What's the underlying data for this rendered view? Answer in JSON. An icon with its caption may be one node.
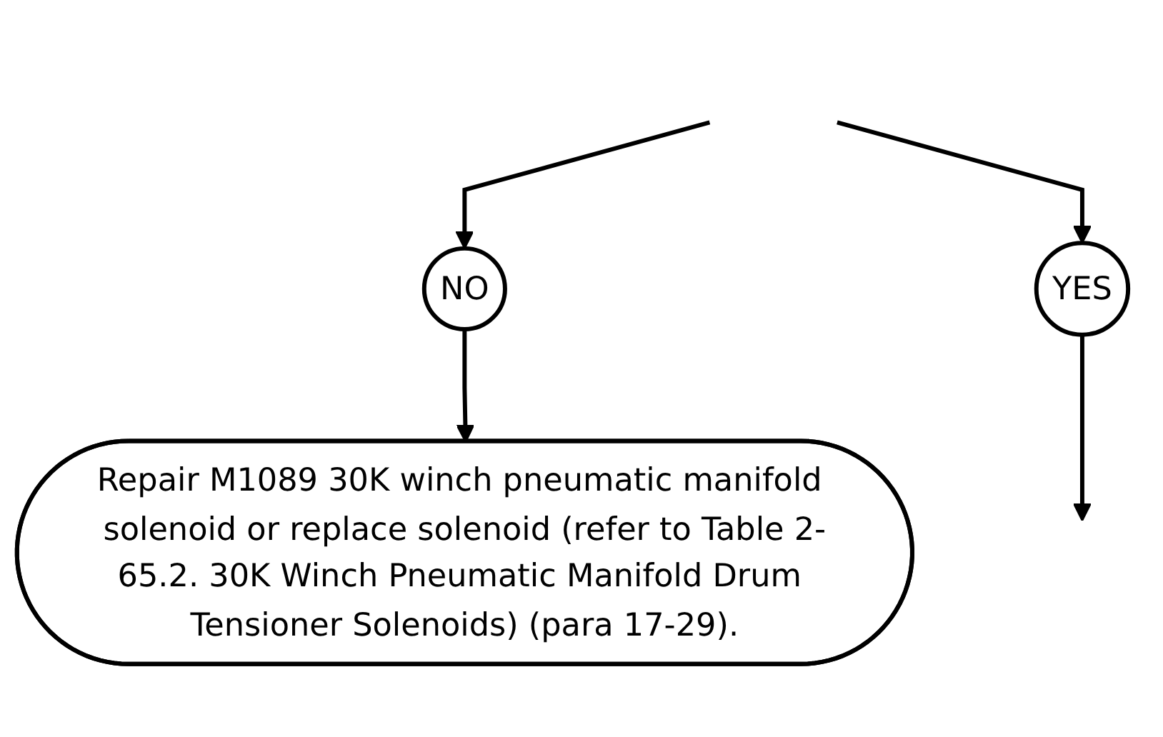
{
  "diagram": {
    "nodes": [
      {
        "text": [
          "NO"
        ]
      },
      {
        "text": [
          "Repair M1089 30K winch pneumatic manifold solenoid or replace solenoid (refer to Table 2-65.2. 30K Winch Pneumatic Manifold Drum Tensioner Solenoids) (para 17-29)."
        ]
      },
      {
        "text": [
          "YES"
        ]
      }
    ],
    "edges": [
      {
        "from": null,
        "to": 0,
        "arrow": "to"
      },
      {
        "from": 0,
        "to": 1,
        "arrow": "to"
      },
      {
        "from": null,
        "to": 2,
        "arrow": "to"
      },
      {
        "from": 2,
        "to": null,
        "arrow": "to"
      }
    ]
  }
}
